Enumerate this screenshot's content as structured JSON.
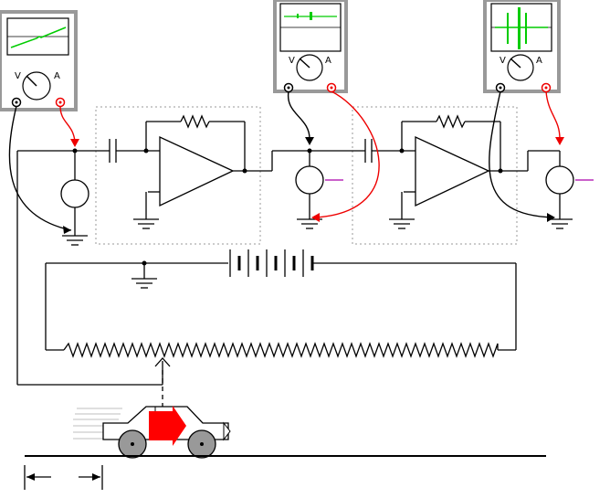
{
  "colors": {
    "wire": "#000000",
    "probe_red": "#e00000",
    "trace_green": "#00cc00",
    "meter_frame": "#999999",
    "car_wheel": "#999999",
    "arrow_red": "#ff0000",
    "box_dotted": "#999999",
    "output_label_purple": "#aa00aa"
  },
  "meters": [
    {
      "id": "meter-source",
      "v_label": "V",
      "a_label": "A",
      "trace": "ramp"
    },
    {
      "id": "meter-stage1",
      "v_label": "V",
      "a_label": "A",
      "trace": "small-spike"
    },
    {
      "id": "meter-stage2",
      "v_label": "V",
      "a_label": "A",
      "trace": "large-spikes"
    }
  ],
  "icons": {
    "ground": "ground-icon",
    "capacitor": "capacitor-icon",
    "resistor": "resistor-icon",
    "opamp": "opamp-icon",
    "battery": "battery-icon",
    "potentiometer": "potentiometer-icon",
    "car": "car-icon"
  }
}
